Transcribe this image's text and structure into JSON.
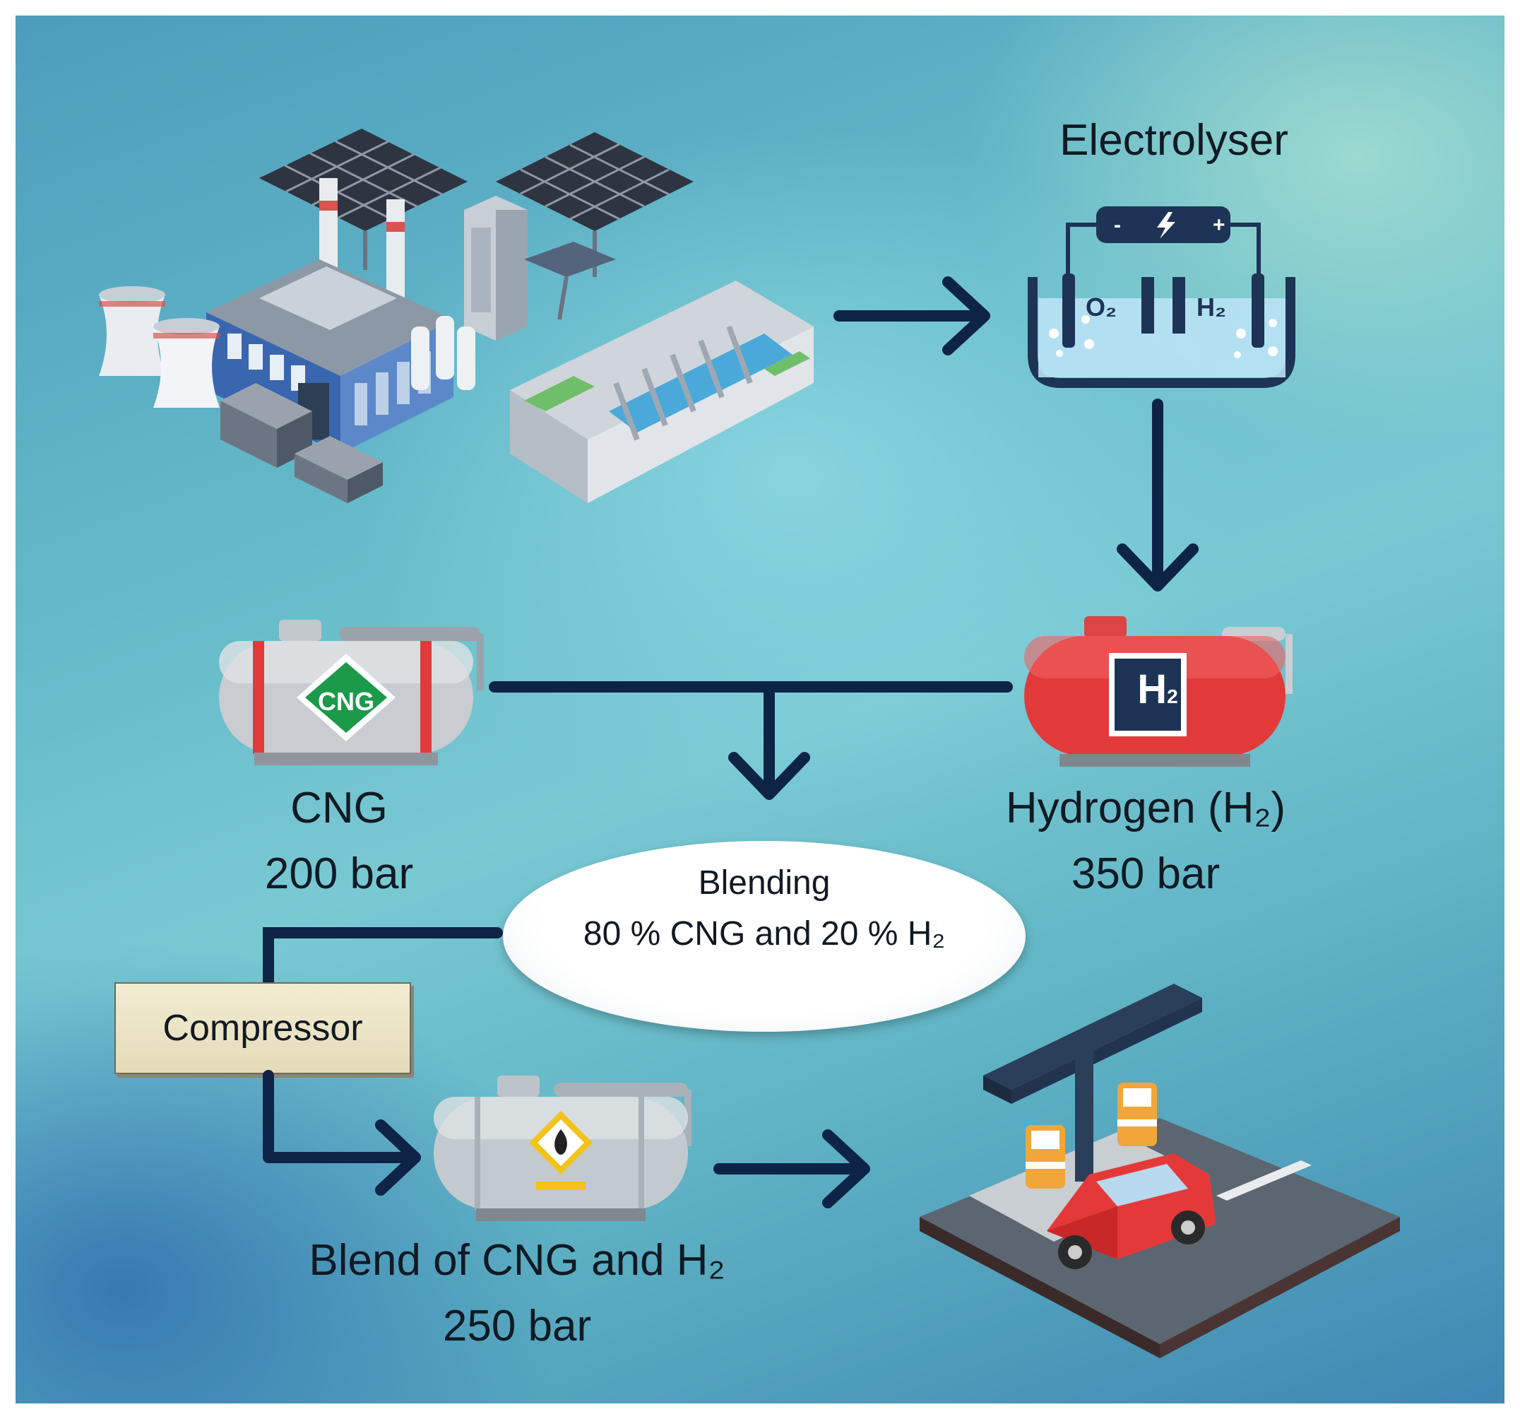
{
  "labels": {
    "electrolyser": "Electrolyser",
    "o2": "O₂",
    "h2_electrode": "H₂",
    "cng_badge": "CNG",
    "h2_badge": "H",
    "h2_badge_sub": "2",
    "cng_title": "CNG",
    "cng_pressure": "200 bar",
    "hydrogen_title": "Hydrogen (H₂)",
    "hydrogen_pressure": "350 bar",
    "blending_title": "Blending",
    "blending_ratio": "80 % CNG and  20 % H₂",
    "compressor": "Compressor",
    "blend_title": "Blend of CNG and H₂",
    "blend_pressure": "250 bar"
  },
  "colors": {
    "arrow": "#0e2447",
    "hydrogen_tank": "#e23a3a",
    "cng_badge": "#1b9a4a",
    "tank_gray": "#c9ccd0"
  }
}
